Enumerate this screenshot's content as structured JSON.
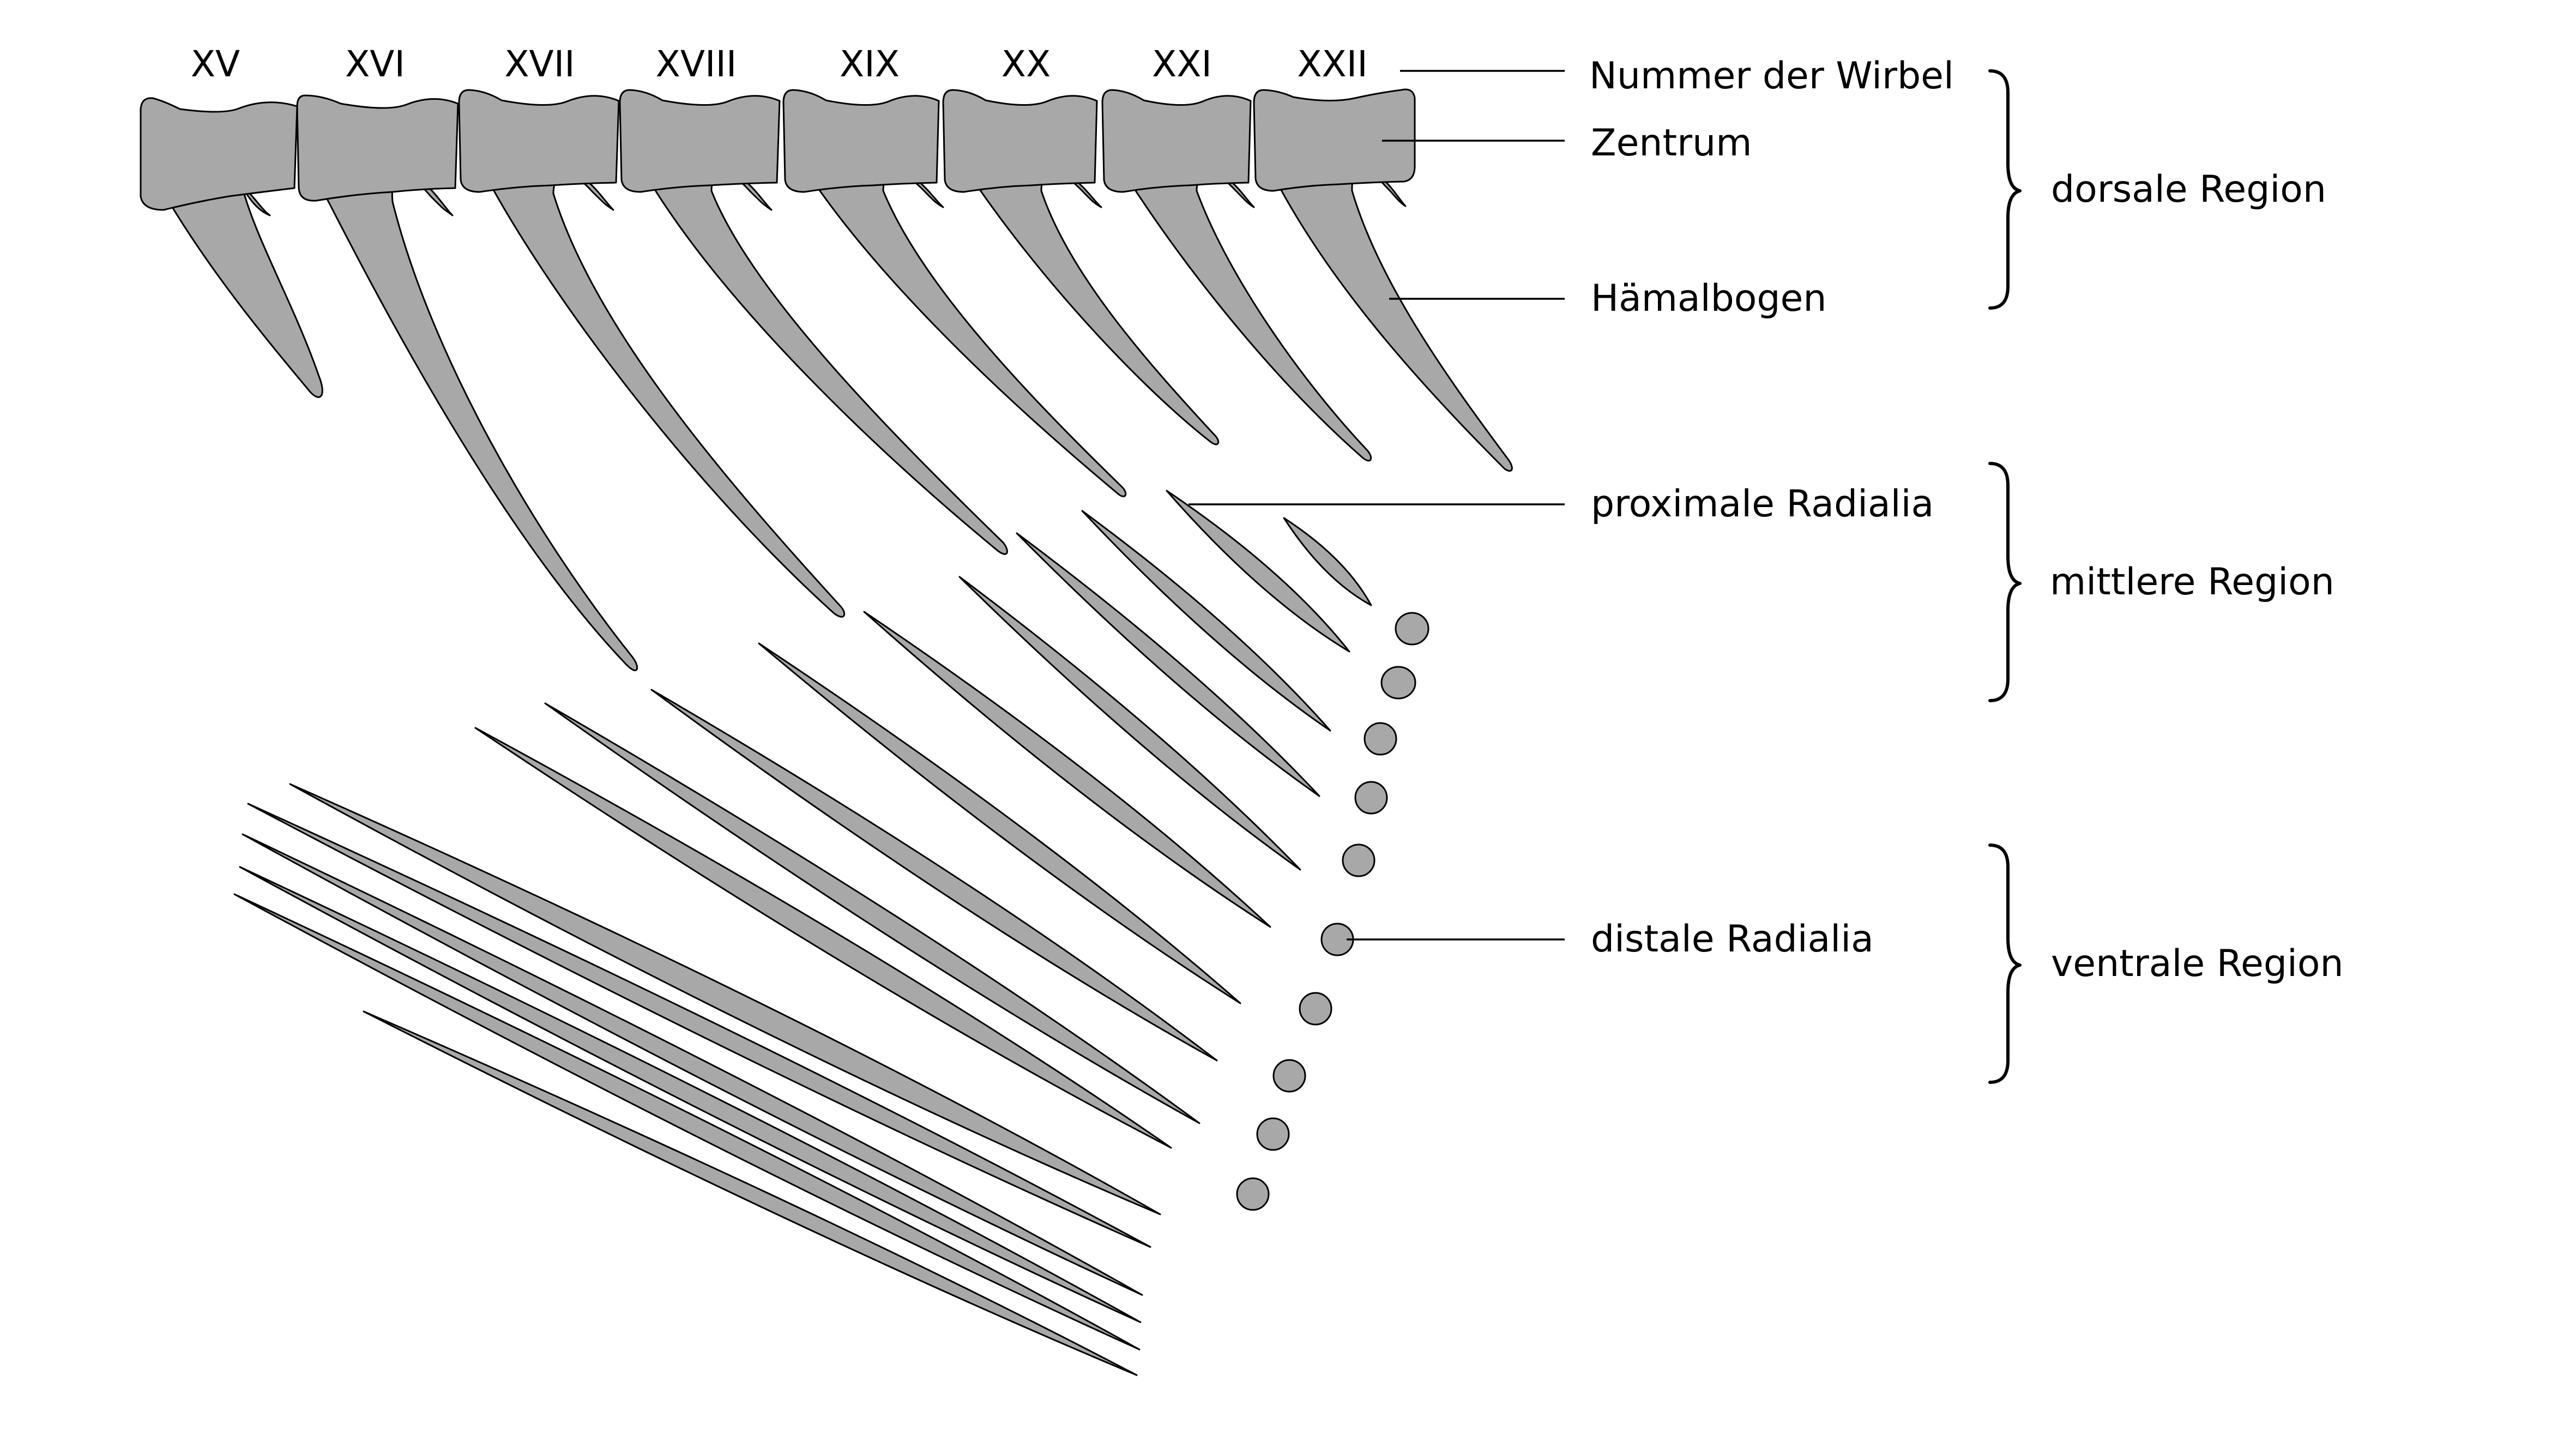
{
  "vertebrae": [
    {
      "number": "XV"
    },
    {
      "number": "XVI"
    },
    {
      "number": "XVII"
    },
    {
      "number": "XVIII"
    },
    {
      "number": "XIX"
    },
    {
      "number": "XX"
    },
    {
      "number": "XXI"
    },
    {
      "number": "XXII"
    }
  ],
  "labels": {
    "vertebra_number": "Nummer der Wirbel",
    "centrum": "Zentrum",
    "haemal_arch": "Hämalbogen",
    "proximal_radials": "proximale Radialia",
    "distal_radials": "distale Radialia"
  },
  "regions": {
    "dorsal": "dorsale Region",
    "middle": "mittlere Region",
    "ventral": "ventrale Region"
  },
  "colors": {
    "bone_fill": "#a8a8a8",
    "outline": "#000000",
    "background": "#ffffff"
  }
}
